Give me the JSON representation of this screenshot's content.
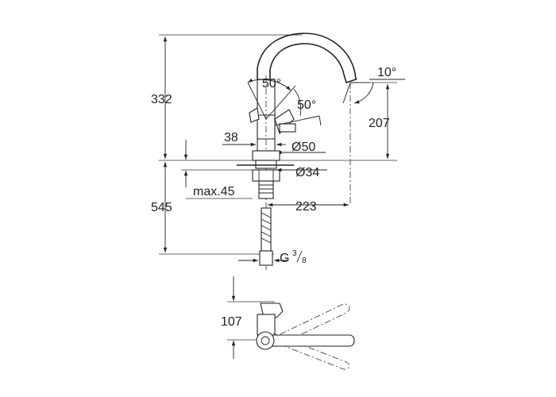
{
  "drawing": {
    "dimensions": {
      "height_total_top": "332",
      "angle_handle_left": "50°",
      "angle_handle_right": "50°",
      "angle_spout": "10°",
      "spout_height": "207",
      "lever_offset": "38",
      "base_diameter": "Ø50",
      "hole_diameter": "Ø34",
      "counter_thickness": "max.45",
      "spout_reach": "223",
      "height_total_bottom": "545",
      "connection_thread": "G",
      "connection_thread_num": "3",
      "connection_thread_den": "8",
      "top_view_depth": "107"
    }
  }
}
